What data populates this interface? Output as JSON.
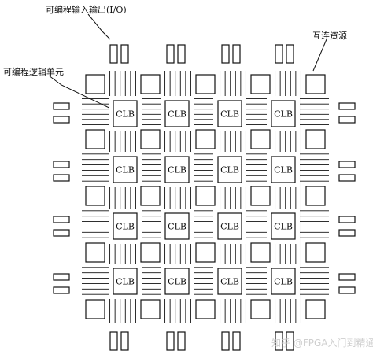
{
  "labels": {
    "io": "可编程输入输出(I/O)",
    "interconnect": "互连资源",
    "logic_block": "可编程逻辑单元",
    "clb": "CLB"
  },
  "watermark": "知乎 @FPGA入门到精通",
  "clb_grid": {
    "rows": 4,
    "cols": 4
  },
  "colors": {
    "stroke": "#111111",
    "fill": "#ffffff",
    "watermark": "#cfcfcf"
  }
}
